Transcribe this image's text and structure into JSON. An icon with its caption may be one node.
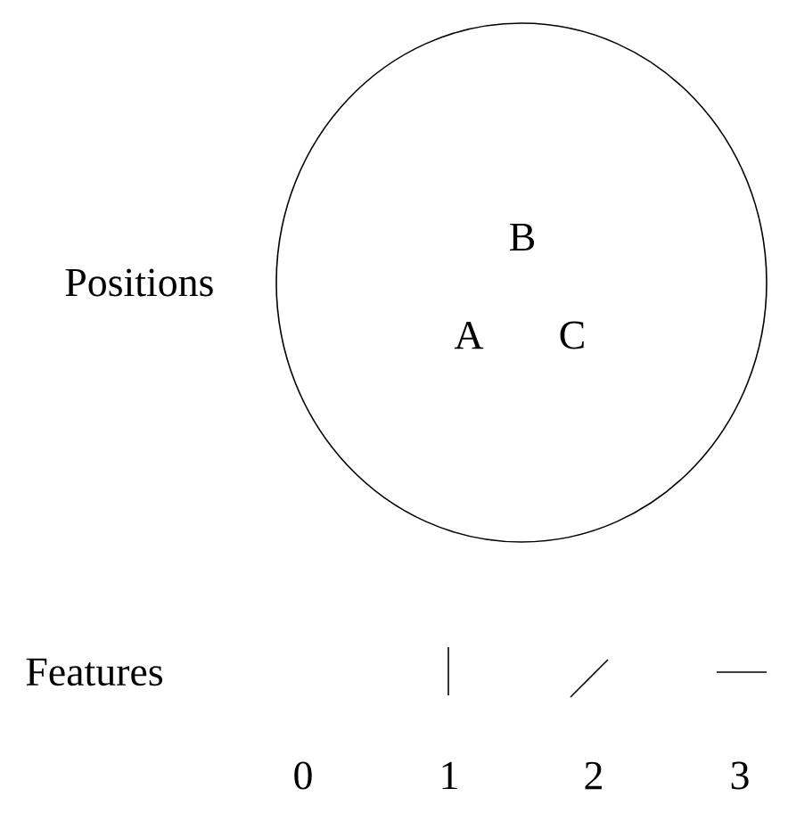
{
  "diagram": {
    "nodes": [
      {
        "text": [
          "B",
          "A",
          "C"
        ],
        "beside": [
          "Positions"
        ]
      }
    ],
    "labels": [
      "Features",
      "0",
      "1",
      "2",
      "3"
    ]
  }
}
